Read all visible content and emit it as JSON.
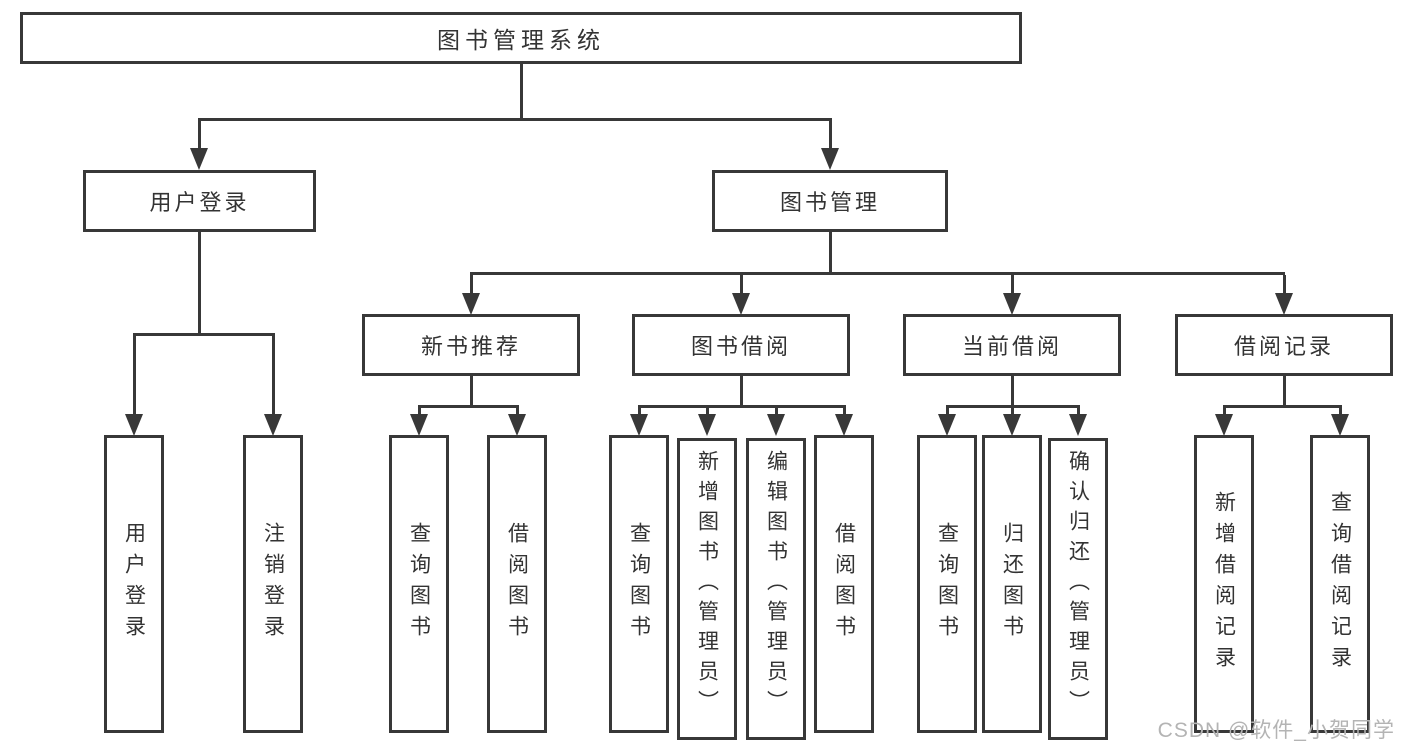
{
  "tree": {
    "root": "图书管理系统",
    "children": [
      {
        "label": "用户登录",
        "children": [
          "用户登录",
          "注销登录"
        ]
      },
      {
        "label": "图书管理",
        "children": [
          {
            "label": "新书推荐",
            "children": [
              "查询图书",
              "借阅图书"
            ]
          },
          {
            "label": "图书借阅",
            "children": [
              "查询图书",
              "新增图书（管理员）",
              "编辑图书（管理员）",
              "借阅图书"
            ]
          },
          {
            "label": "当前借阅",
            "children": [
              "查询图书",
              "归还图书",
              "确认归还（管理员）"
            ]
          },
          {
            "label": "借阅记录",
            "children": [
              "新增借阅记录",
              "查询借阅记录"
            ]
          }
        ]
      }
    ]
  },
  "watermark": "CSDN @软件_小贺同学",
  "colors": {
    "line": "#383838",
    "text": "#333333",
    "watermark": "#b4b4b4",
    "background": "#ffffff"
  }
}
